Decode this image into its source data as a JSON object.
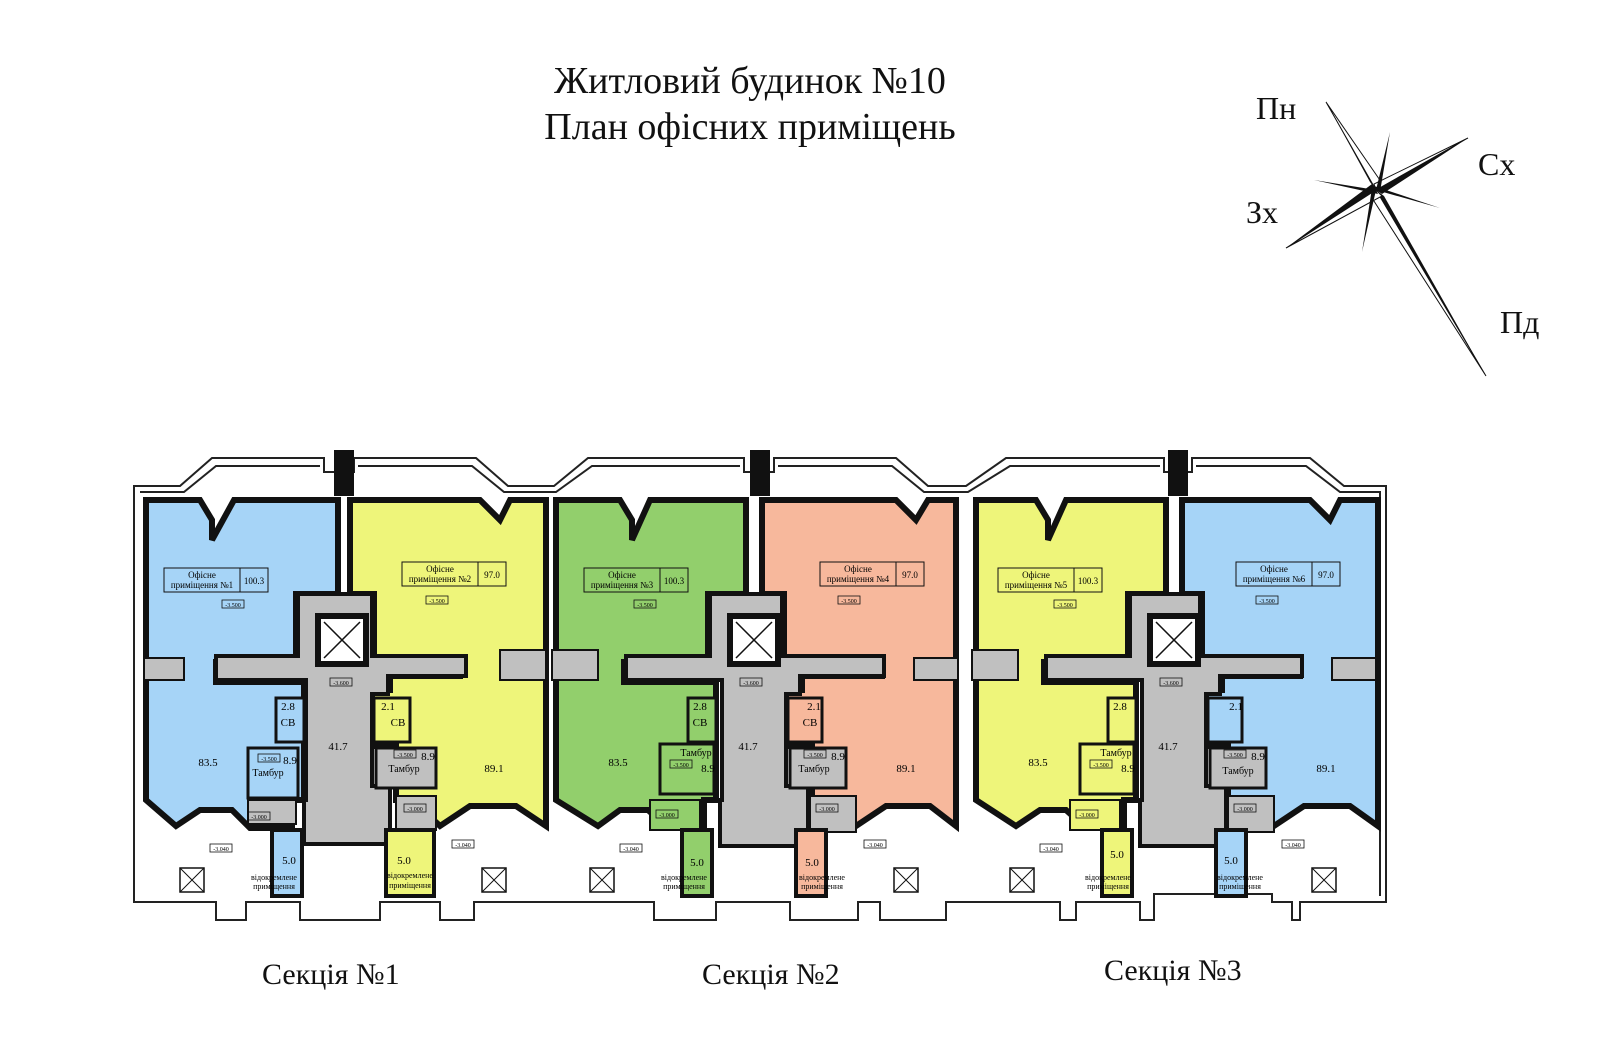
{
  "header": {
    "title_line1": "Житловий будинок №10",
    "title_line2": "План офісних приміщень"
  },
  "compass": {
    "north": "Пн",
    "east": "Сх",
    "west": "Зх",
    "south": "Пд",
    "icon": "compass-rose-icon"
  },
  "sections": [
    {
      "label": "Секція №1"
    },
    {
      "label": "Секція №2"
    },
    {
      "label": "Секція №3"
    }
  ],
  "offices": [
    {
      "name_line1": "Офісне",
      "name_line2": "приміщення №1",
      "area": "100.3",
      "level": "-3.500",
      "color": "#a6d4f7",
      "lower_area": "83.5"
    },
    {
      "name_line1": "Офісне",
      "name_line2": "приміщення №2",
      "area": "97.0",
      "level": "-3.500",
      "color": "#eef57a",
      "lower_area": "89.1"
    },
    {
      "name_line1": "Офісне",
      "name_line2": "приміщення №3",
      "area": "100.3",
      "level": "-3.500",
      "color": "#92cf6c",
      "lower_area": "83.5"
    },
    {
      "name_line1": "Офісне",
      "name_line2": "приміщення №4",
      "area": "97.0",
      "level": "-3.500",
      "color": "#f7b89c",
      "lower_area": "89.1"
    },
    {
      "name_line1": "Офісне",
      "name_line2": "приміщення №5",
      "area": "100.3",
      "level": "-3.500",
      "color": "#eef57a",
      "lower_area": "83.5"
    },
    {
      "name_line1": "Офісне",
      "name_line2": "приміщення №6",
      "area": "97.0",
      "level": "-3.500",
      "color": "#a6d4f7",
      "lower_area": "89.1"
    }
  ],
  "common": {
    "hall_area": "41.7",
    "hall_level": "-3.600",
    "wc_area": "2.8",
    "wc_label": "СВ",
    "wc_alt_area": "2.1",
    "vestibule_label": "Тамбур",
    "vestibule_area": "8.9",
    "vestibule_level": "-3.500",
    "stair_level": "-3.000",
    "entry_level": "-3.040",
    "separate_area": "5.0",
    "separate_line1": "відокремлене",
    "separate_line2": "приміщення"
  }
}
